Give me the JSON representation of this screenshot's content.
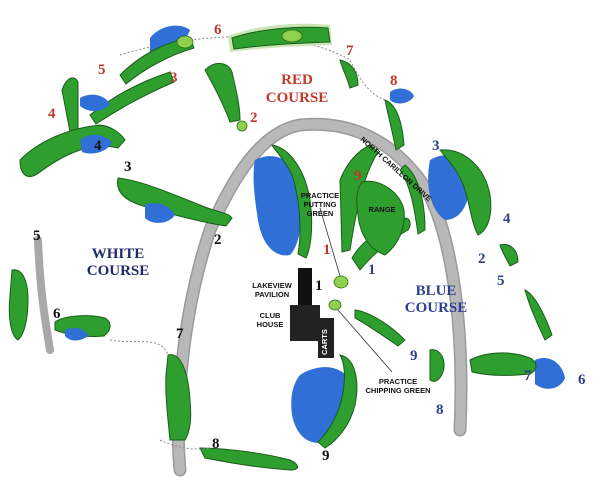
{
  "courses": {
    "red": "RED COURSE",
    "white": "WHITE COURSE",
    "blue": "BLUE COURSE"
  },
  "road": "NORTH CARILLON DRIVE",
  "facilities": {
    "putting": "PRACTICE PUTTING GREEN",
    "chipping": "PRACTICE CHIPPING GREEN",
    "range": "RANGE",
    "lakeview": "LAKEVIEW PAVILION",
    "clubhouse": "CLUB HOUSE",
    "carts": "CARTS"
  },
  "hole_numbers": {
    "red": [
      "1",
      "2",
      "3",
      "4",
      "5",
      "6",
      "7",
      "8",
      "9"
    ],
    "white": [
      "1",
      "2",
      "3",
      "4",
      "5",
      "6",
      "7",
      "8",
      "9"
    ],
    "blue": [
      "1",
      "2",
      "3",
      "4",
      "5",
      "6",
      "7",
      "8",
      "9"
    ]
  },
  "colors": {
    "fairway": "#2e9e2e",
    "green": "#8fd14f",
    "water": "#2f6fd6",
    "road": "#a8a8a8",
    "red_label": "#c0392b",
    "blue_label": "#2e3f8f"
  }
}
